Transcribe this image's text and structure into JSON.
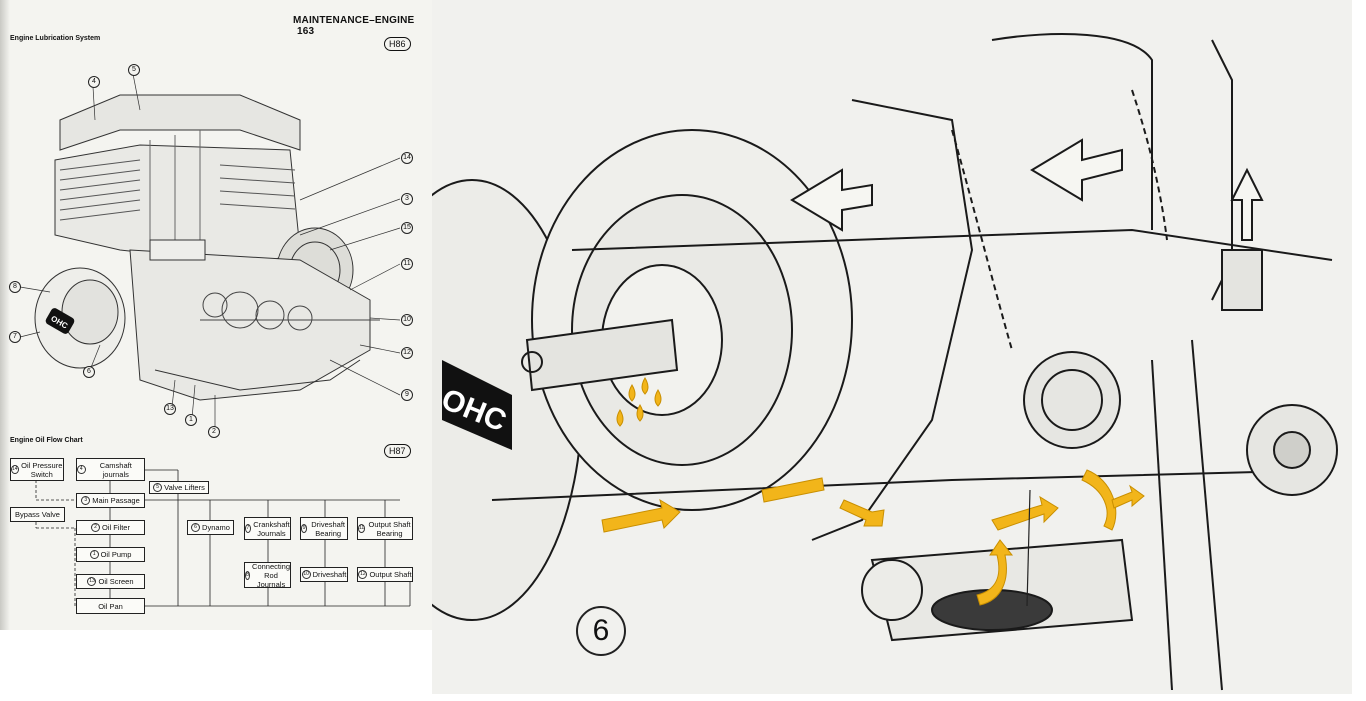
{
  "header": {
    "title": "MAINTENANCE–ENGINE",
    "page_number": "163"
  },
  "lubrication": {
    "title": "Engine Lubrication System",
    "figure_tag": "H86",
    "callouts": [
      "4",
      "5",
      "14",
      "3",
      "15",
      "11",
      "8",
      "7",
      "10",
      "6",
      "12",
      "9",
      "13",
      "1",
      "2"
    ]
  },
  "flow_chart": {
    "title": "Engine Oil Flow Chart",
    "figure_tag": "H87",
    "nodes": {
      "oil_pressure_switch": {
        "num": "14",
        "label": "Oil Pressure Switch"
      },
      "camshaft_journals": {
        "num": "4",
        "label": "Camshaft journals"
      },
      "valve_lifters": {
        "num": "5",
        "label": "Valve Lifters"
      },
      "main_passage": {
        "num": "3",
        "label": "Main Passage"
      },
      "bypass_valve": {
        "num": "",
        "label": "Bypass Valve"
      },
      "oil_filter": {
        "num": "2",
        "label": "Oil Filter"
      },
      "oil_pump": {
        "num": "1",
        "label": "Oil Pump"
      },
      "oil_screen": {
        "num": "13",
        "label": "Oil Screen"
      },
      "oil_pan": {
        "num": "",
        "label": "Oil Pan"
      },
      "dynamo": {
        "num": "6",
        "label": "Dynamo"
      },
      "crankshaft_journals": {
        "num": "7",
        "label": "Crankshaft Journals"
      },
      "driveshaft_bearing": {
        "num": "9",
        "label": "Driveshaft Bearing"
      },
      "output_shaft_bearing": {
        "num": "11",
        "label": "Output Shaft Bearing"
      },
      "connecting_rod_journals": {
        "num": "8",
        "label": "Connecting Rod Journals"
      },
      "driveshaft": {
        "num": "10",
        "label": "Driveshaft"
      },
      "output_shaft": {
        "num": "12",
        "label": "Output Shaft"
      }
    }
  },
  "closeup": {
    "callout": "6",
    "badge_text": "OHC",
    "oil_color": "#f2b51a"
  },
  "engine_badge": "OHC"
}
